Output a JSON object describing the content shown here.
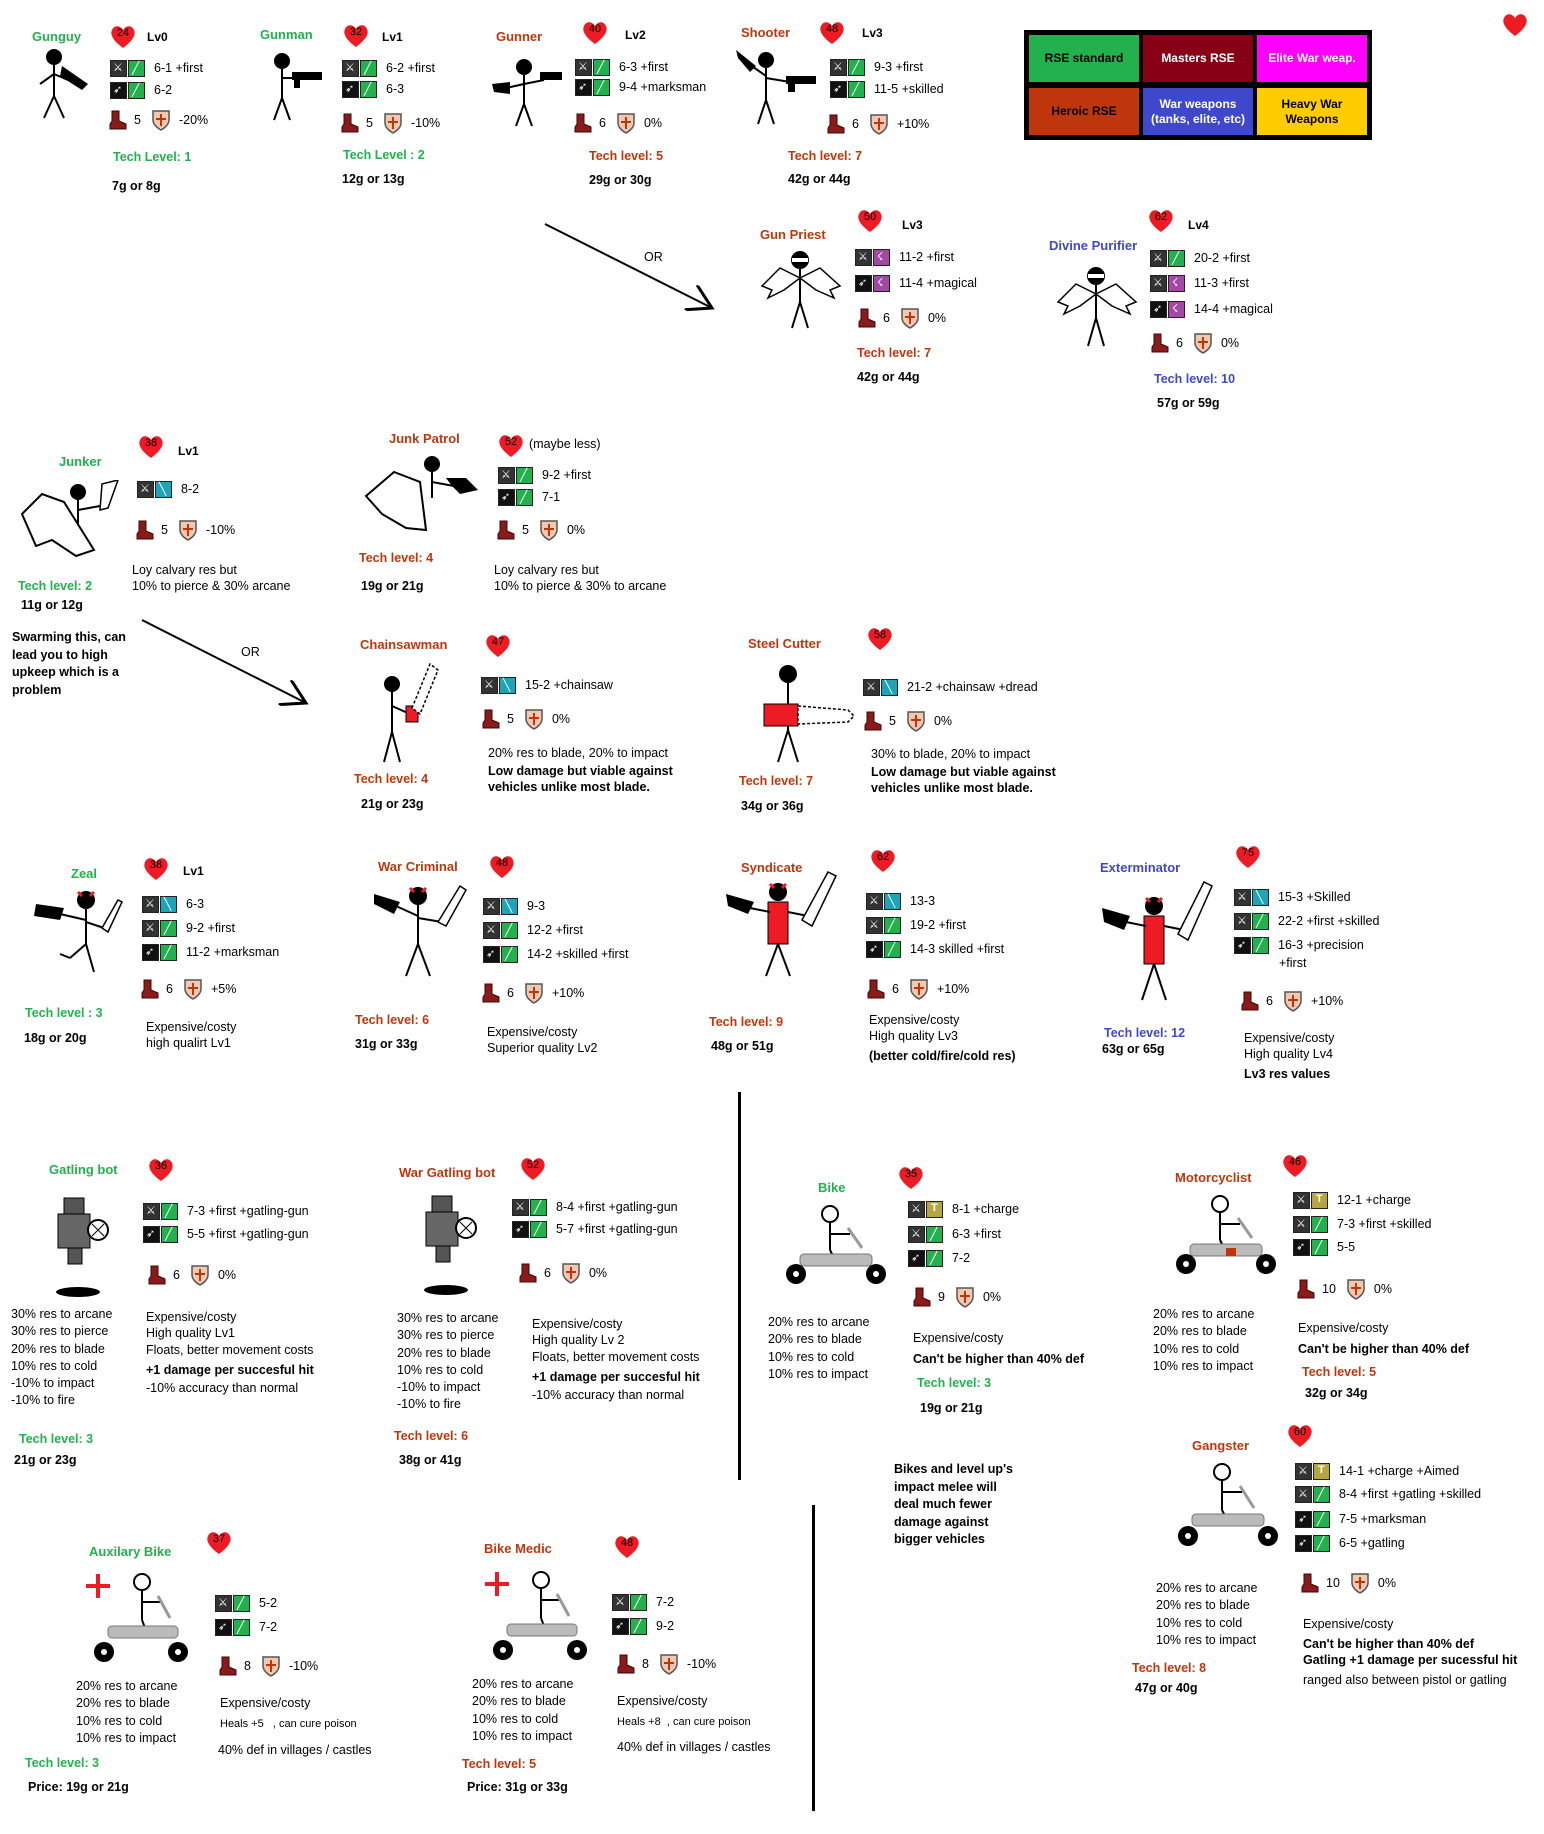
{
  "legend": [
    {
      "label": "RSE standard",
      "color": "#22b14c",
      "text_color": "#000"
    },
    {
      "label": "Masters RSE",
      "color": "#880015",
      "text_color": "#fff"
    },
    {
      "label": "Elite War weap.",
      "color": "#ff00ff",
      "text_color": "#fff"
    },
    {
      "label": "Heroic RSE",
      "color": "#c0360c",
      "text_color": "#000"
    },
    {
      "label": "War weapons (tanks, elite, etc)",
      "color": "#3f48cc",
      "text_color": "#fff"
    },
    {
      "label": "Heavy War Weapons",
      "color": "#ffcc00",
      "text_color": "#000"
    }
  ],
  "or_label": "OR",
  "units": {
    "gunguy": {
      "name": "Gunguy",
      "hp": "24",
      "lvl": "Lv0",
      "atk": [
        "6-1 +first",
        "6-2"
      ],
      "move": "5",
      "def": "-20%",
      "tech": "Tech Level: 1",
      "price": "7g or 8g"
    },
    "gunman": {
      "name": "Gunman",
      "hp": "32",
      "lvl": "Lv1",
      "atk": [
        "6-2 +first",
        "6-3"
      ],
      "move": "5",
      "def": "-10%",
      "tech": "Tech Level : 2",
      "price": "12g or 13g"
    },
    "gunner": {
      "name": "Gunner",
      "hp": "40",
      "lvl": "Lv2",
      "atk": [
        "6-3 +first",
        "9-4 +marksman"
      ],
      "move": "6",
      "def": "0%",
      "tech": "Tech level: 5",
      "price": "29g or 30g"
    },
    "shooter": {
      "name": "Shooter",
      "hp": "48",
      "lvl": "Lv3",
      "atk": [
        "9-3 +first",
        "11-5 +skilled"
      ],
      "move": "6",
      "def": "+10%",
      "tech": "Tech level: 7",
      "price": "42g or 44g"
    },
    "gunpriest": {
      "name": "Gun Priest",
      "hp": "50",
      "lvl": "Lv3",
      "atk": [
        "11-2 +first",
        "11-4 +magical"
      ],
      "move": "6",
      "def": "0%",
      "tech": "Tech level: 7",
      "price": "42g or 44g"
    },
    "divine": {
      "name": "Divine Purifier",
      "hp": "62",
      "lvl": "Lv4",
      "atk": [
        "20-2 +first",
        "11-3 +first",
        "14-4 +magical"
      ],
      "move": "6",
      "def": "0%",
      "tech": "Tech level: 10",
      "price": "57g or 59g"
    },
    "junker": {
      "name": "Junker",
      "hp": "38",
      "lvl": "Lv1",
      "atk": [
        "8-2"
      ],
      "move": "5",
      "def": "-10%",
      "tech": "Tech level: 2",
      "price": "11g or 12g",
      "notes": [
        "Loy calvary res but",
        "10% to pierce & 30% arcane"
      ],
      "side": [
        "Swarming this, can",
        "lead you to high",
        "upkeep which is a",
        "problem"
      ]
    },
    "junkpatrol": {
      "name": "Junk Patrol",
      "hp": "52",
      "lvl": "(maybe less)",
      "atk": [
        "9-2 +first",
        "7-1"
      ],
      "move": "5",
      "def": "0%",
      "tech": "Tech level: 4",
      "price": "19g or 21g",
      "notes": [
        "Loy calvary res but",
        "10% to pierce & 30% to arcane"
      ]
    },
    "chainsawman": {
      "name": "Chainsawman",
      "hp": "47",
      "atk": [
        "15-2 +chainsaw"
      ],
      "move": "5",
      "def": "0%",
      "tech": "Tech level: 4",
      "price": "21g or 23g",
      "notes": [
        "20% res to blade, 20% to impact"
      ],
      "bnotes": [
        "Low damage but viable against",
        "vehicles unlike most blade."
      ]
    },
    "steelcutter": {
      "name": "Steel Cutter",
      "hp": "58",
      "atk": [
        "21-2 +chainsaw  +dread"
      ],
      "move": "5",
      "def": "0%",
      "tech": "Tech level: 7",
      "price": "34g or 36g",
      "notes": [
        "30% to blade, 20% to impact"
      ],
      "bnotes": [
        "Low damage but viable against",
        "vehicles unlike most blade."
      ]
    },
    "zeal": {
      "name": "Zeal",
      "hp": "38",
      "lvl": "Lv1",
      "atk": [
        "6-3",
        "9-2 +first",
        "11-2 +marksman"
      ],
      "move": "6",
      "def": "+5%",
      "tech": "Tech level : 3",
      "price": "18g or 20g",
      "notes": [
        "Expensive/costy",
        "high qualirt Lv1"
      ]
    },
    "warcriminal": {
      "name": "War Criminal",
      "hp": "48",
      "atk": [
        "9-3",
        "12-2 +first",
        "14-2 +skilled +first"
      ],
      "move": "6",
      "def": "+10%",
      "tech": "Tech level: 6",
      "price": "31g or 33g",
      "notes": [
        "Expensive/costy",
        "Superior quality Lv2"
      ]
    },
    "syndicate": {
      "name": "Syndicate",
      "hp": "62",
      "atk": [
        "13-3",
        "19-2 +first",
        "14-3 skilled +first"
      ],
      "move": "6",
      "def": "+10%",
      "tech": "Tech level: 9",
      "price": "48g or 51g",
      "notes": [
        "Expensive/costy",
        "High quality Lv3"
      ],
      "bnotes": [
        "(better cold/fire/cold res)"
      ]
    },
    "exterminator": {
      "name": "Exterminator",
      "hp": "75",
      "atk": [
        "15-3 +Skilled",
        "22-2 +first +skilled",
        "16-3 +precision",
        "+first"
      ],
      "move": "6",
      "def": "+10%",
      "tech": "Tech level: 12",
      "price": "63g or 65g",
      "notes": [
        "Expensive/costy",
        "High quality Lv4"
      ],
      "bnotes": [
        "Lv3 res values"
      ]
    },
    "gatlingbot": {
      "name": "Gatling bot",
      "hp": "36",
      "atk": [
        "7-3 +first +gatling-gun",
        "5-5 +first +gatling-gun"
      ],
      "move": "6",
      "def": "0%",
      "tech": "Tech level: 3",
      "price": "21g or 23g",
      "res": [
        "30% res to arcane",
        "30% res to pierce",
        "20% res to blade",
        "10% res to cold",
        "-10% to impact",
        "-10% to fire"
      ],
      "notes": [
        "Expensive/costy",
        "High quality Lv1",
        "Floats, better movement costs"
      ],
      "bnotes": [
        "+1 damage per succesful hit"
      ],
      "notes2": [
        " -10% accuracy than normal"
      ]
    },
    "wargatling": {
      "name": "War Gatling bot",
      "hp": "52",
      "atk": [
        "8-4 +first +gatling-gun",
        "5-7 +first +gatling-gun"
      ],
      "move": "6",
      "def": "0%",
      "tech": "Tech level: 6",
      "price": "38g or 41g",
      "res": [
        "30% res to arcane",
        "30% res to pierce",
        "20% res to blade",
        "10% res to cold",
        "-10% to impact",
        "-10% to fire"
      ],
      "notes": [
        "Expensive/costy",
        "High quality Lv 2",
        "Floats, better movement costs"
      ],
      "bnotes": [
        "+1 damage per succesful hit"
      ],
      "notes2": [
        " -10% accuracy than normal"
      ]
    },
    "bike": {
      "name": "Bike",
      "hp": "35",
      "atk": [
        "8-1 +charge",
        "6-3 +first",
        "7-2"
      ],
      "move": "9",
      "def": "0%",
      "tech": "Tech level: 3",
      "price": "19g or 21g",
      "res": [
        "20% res to arcane",
        "20% res to blade",
        "10% res to cold",
        "10% res to impact"
      ],
      "notes": [
        "Expensive/costy"
      ],
      "bnotes": [
        "Can't be higher than 40% def"
      ],
      "side": [
        "Bikes and level up's",
        "impact melee will",
        "deal much fewer",
        "damage against",
        "bigger vehicles"
      ]
    },
    "motorcyclist": {
      "name": "Motorcyclist",
      "hp": "46",
      "atk": [
        "12-1 +charge",
        "7-3 +first +skilled",
        "5-5"
      ],
      "move": "10",
      "def": "0%",
      "tech": "Tech level: 5",
      "price": "32g or 34g",
      "res": [
        "20% res to arcane",
        "20% res to blade",
        "10% res to cold",
        "10% res to impact"
      ],
      "notes": [
        "Expensive/costy"
      ],
      "bnotes": [
        "Can't be higher than 40% def"
      ]
    },
    "gangster": {
      "name": "Gangster",
      "hp": "60",
      "atk": [
        "14-1 +charge +Aimed",
        "8-4 +first +gatling +skilled",
        "7-5 +marksman",
        "6-5 +gatling"
      ],
      "move": "10",
      "def": "0%",
      "tech": "Tech level: 8",
      "price": "47g or 40g",
      "res": [
        "20% res to arcane",
        "20% res to blade",
        "10% res to cold",
        "10% res to impact"
      ],
      "notes": [
        "Expensive/costy"
      ],
      "bnotes": [
        "Can't be higher than 40% def",
        "Gatling +1 damage per sucessful hit"
      ],
      "notes2": [
        "ranged also between pistol or gatling"
      ]
    },
    "auxbike": {
      "name": "Auxilary Bike",
      "hp": "37",
      "atk": [
        "5-2",
        "7-2"
      ],
      "move": "8",
      "def": "-10%",
      "tech": "Tech level: 3",
      "price": "Price: 19g or 21g",
      "res": [
        "20% res to arcane",
        "20% res to blade",
        "10% res to cold",
        "10% res to impact"
      ],
      "notes": [
        "Expensive/costy"
      ],
      "heal": "Heals +5",
      "cure": ", can cure poison",
      "notes2": [
        "40% def in villages / castles"
      ]
    },
    "bikemedic": {
      "name": "Bike Medic",
      "hp": "48",
      "atk": [
        "7-2",
        "9-2"
      ],
      "move": "8",
      "def": "-10%",
      "tech": "Tech level: 5",
      "price": "Price: 31g or 33g",
      "res": [
        "20% res to arcane",
        "20% res to blade",
        "10% res to cold",
        "10% res to impact"
      ],
      "notes": [
        "Expensive/costy"
      ],
      "heal": "Heals +8",
      "cure": ", can cure poison",
      "notes2": [
        "40% def in villages / castles"
      ]
    }
  }
}
